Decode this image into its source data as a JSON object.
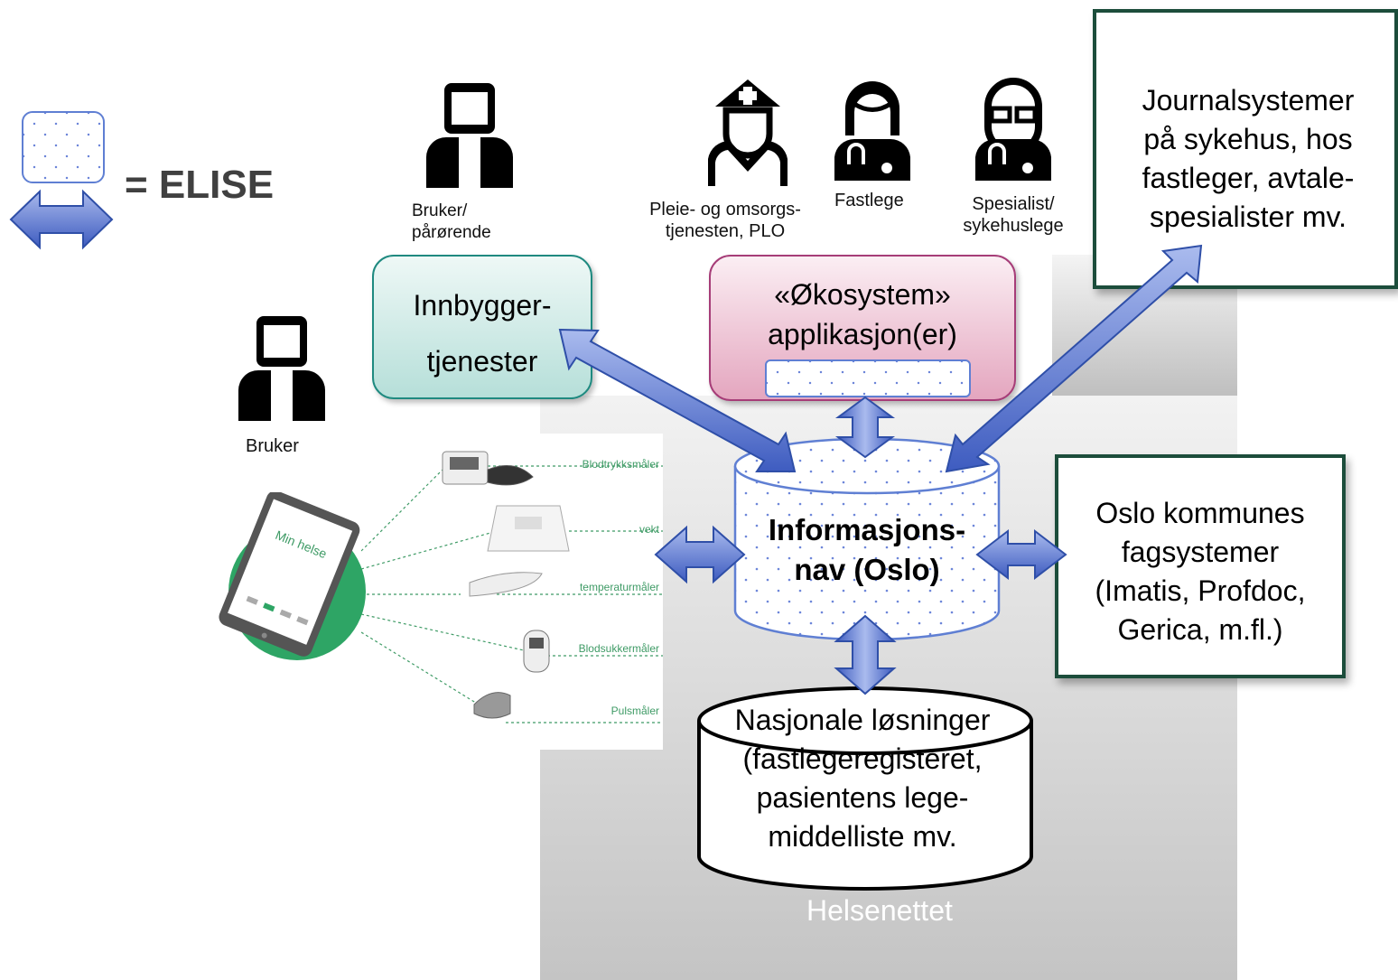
{
  "legend": {
    "equals_text": "= ELISE"
  },
  "actors": {
    "bruker_parorende": {
      "line1": "Bruker/",
      "line2": "pårørende"
    },
    "bruker": "Bruker",
    "plo": {
      "line1": "Pleie- og omsorgs-",
      "line2": "tjenesten, PLO"
    },
    "fastlege": "Fastlege",
    "spesialist": {
      "line1": "Spesialist/",
      "line2": "sykehuslege"
    }
  },
  "boxes": {
    "innbygger": {
      "line1": "Innbygger-",
      "line2": "tjenester"
    },
    "okosystem": {
      "line1": "«Økosystem»",
      "line2": "applikasjon(er)"
    },
    "journal": {
      "line1": "Journalsystemer",
      "line2": "på sykehus, hos",
      "line3": "fastleger, avtale-",
      "line4": "spesialister mv."
    },
    "oslo": {
      "line1": "Oslo kommunes",
      "line2": "fagsystemer",
      "line3": "(Imatis, Profdoc,",
      "line4": "Gerica, m.fl.)"
    }
  },
  "hub": {
    "line1": "Informasjons-",
    "line2": "nav (Oslo)"
  },
  "nasjonale": {
    "line1": "Nasjonale løsninger",
    "line2": "(fastlegeregisteret,",
    "line3": "pasientens lege-",
    "line4": "middelliste mv."
  },
  "network_label": "Helsenettet",
  "devices": {
    "tablet_text": "Min helse",
    "items": [
      "Blodtrykksmåler",
      "vekt",
      "temperaturmåler",
      "Blodsukkermåler",
      "Pulsmåler"
    ]
  },
  "colors": {
    "arrow": "#6d86d9",
    "arrow_dark": "#2f4fa8",
    "teal": "#1f8a80",
    "magenta": "#a63d78",
    "dark_green": "#1c4d3b",
    "device_green": "#2ea565"
  }
}
